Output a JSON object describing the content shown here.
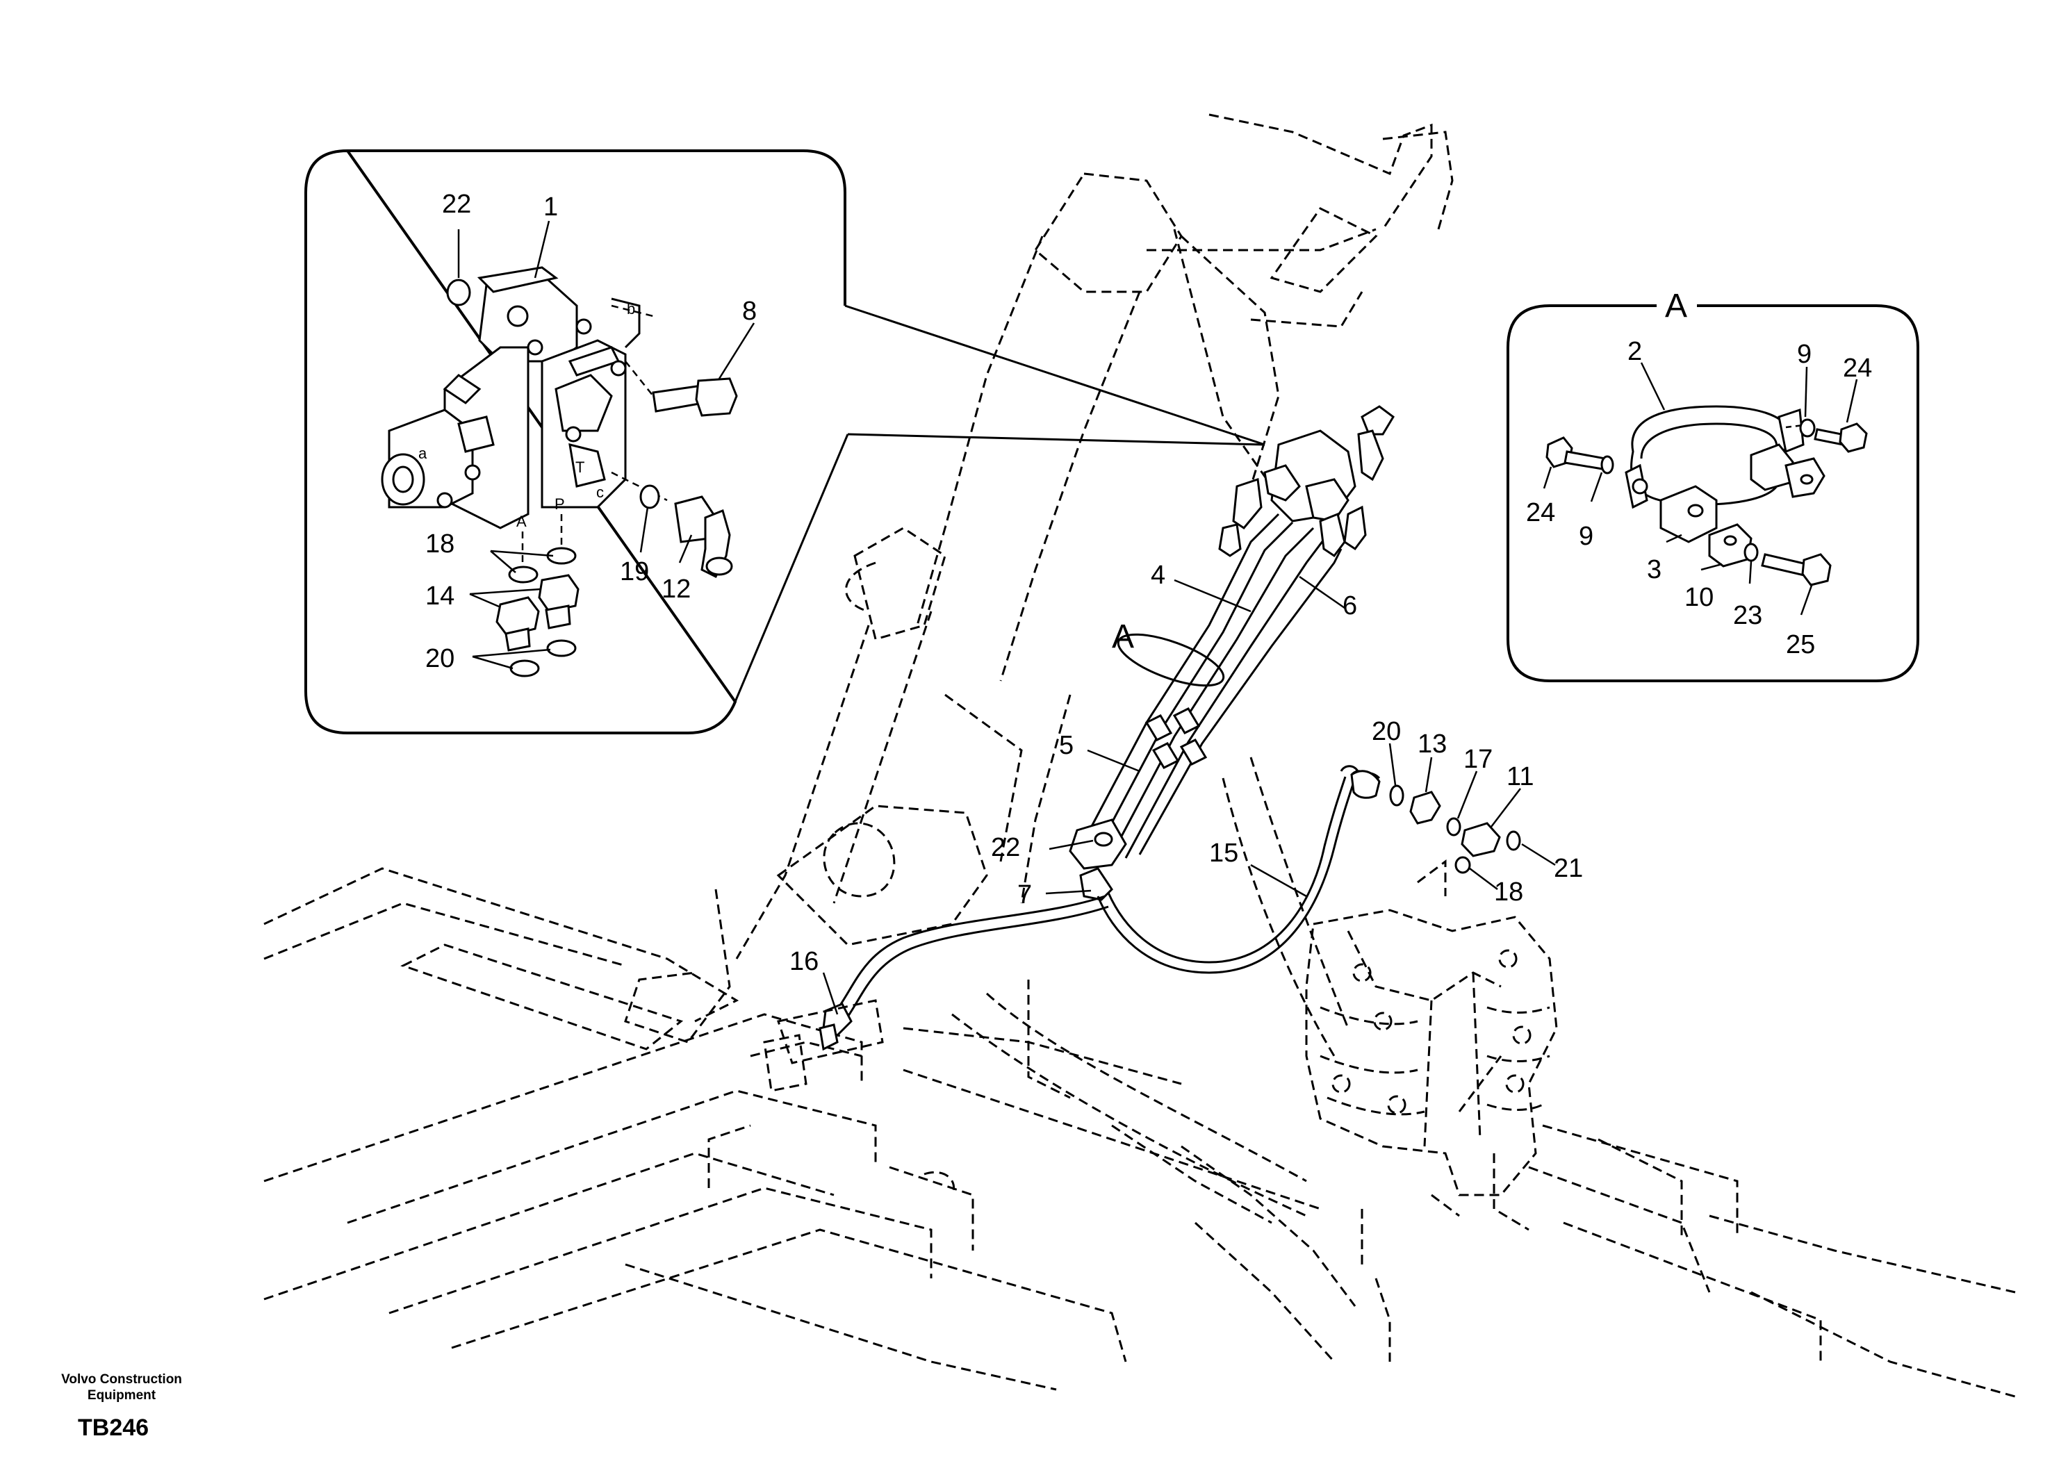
{
  "footer": {
    "company_line1": "Volvo Construction",
    "company_line2": "Equipment",
    "drawing_code": "TB246"
  },
  "detail_view": {
    "label": "A",
    "callouts": [
      "2",
      "9",
      "24",
      "24",
      "9",
      "3",
      "10",
      "23",
      "25"
    ]
  },
  "valve_inset": {
    "callouts": [
      "22",
      "1",
      "8",
      "18",
      "14",
      "20",
      "19",
      "12"
    ],
    "port_letters": [
      "b",
      "a",
      "T",
      "c",
      "A",
      "P"
    ]
  },
  "main_view": {
    "section_label": "A",
    "callouts": [
      "4",
      "6",
      "5",
      "22",
      "7",
      "16",
      "15",
      "20",
      "13",
      "17",
      "11",
      "21",
      "18"
    ]
  }
}
